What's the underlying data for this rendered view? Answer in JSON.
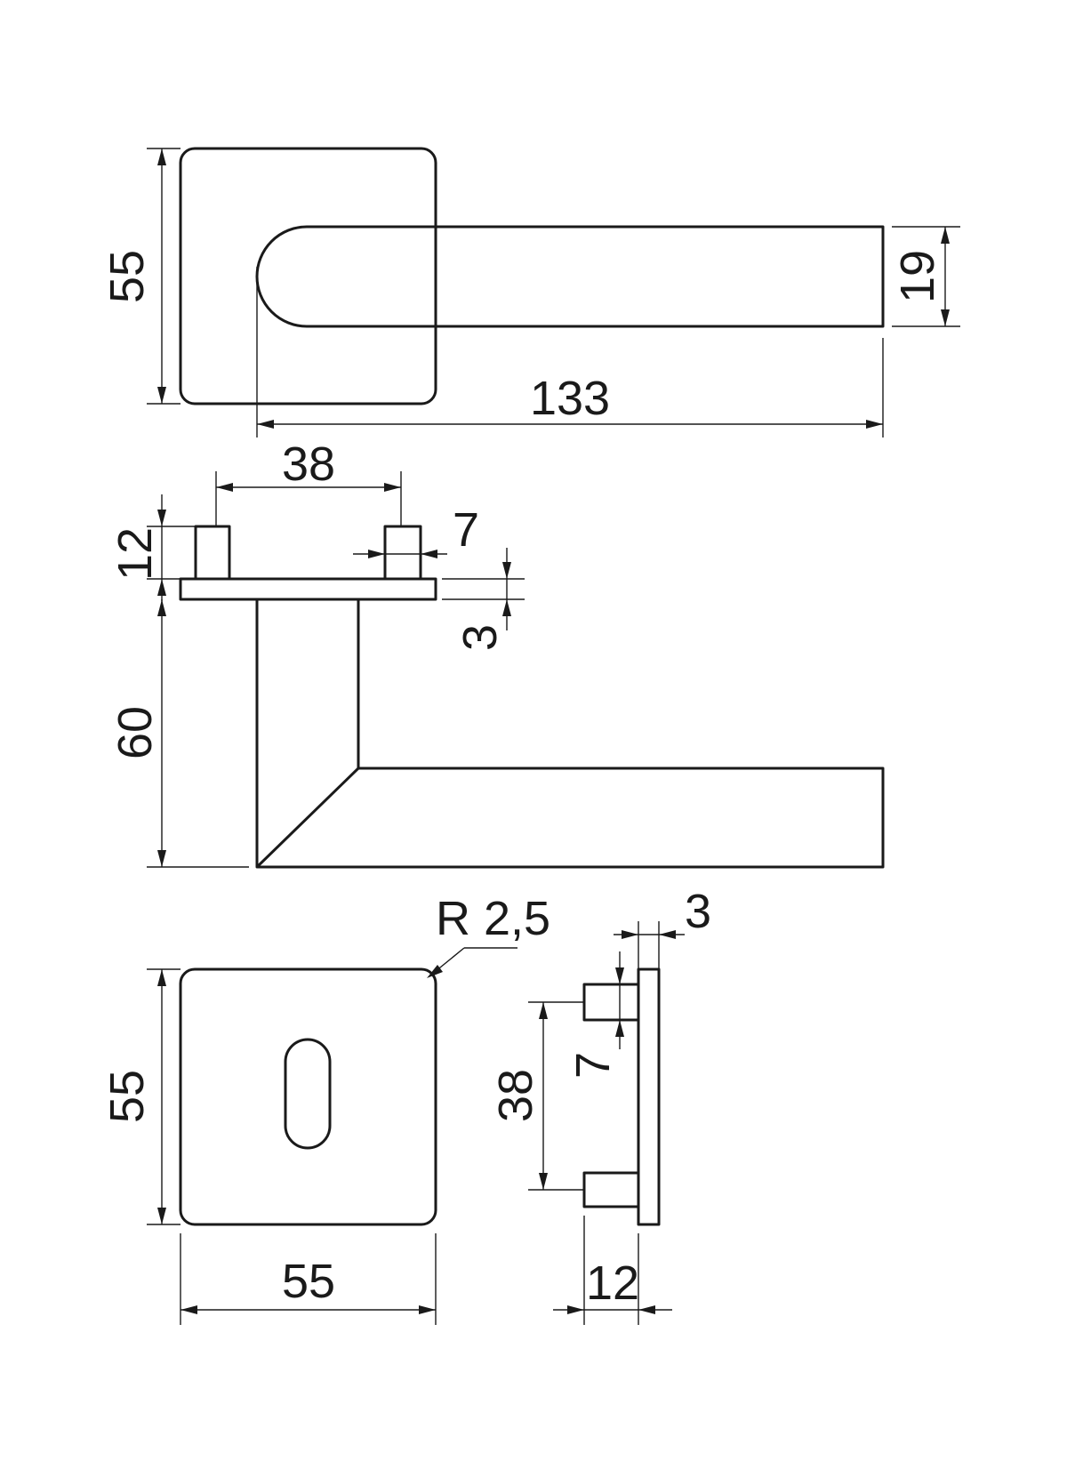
{
  "top_view": {
    "height_label": "55",
    "lever_thickness_label": "19",
    "lever_length_label": "133"
  },
  "side_view": {
    "pin_spacing_label": "38",
    "pin_height_label": "12",
    "pin_width_label": "7",
    "plate_thickness_label": "3",
    "lever_drop_label": "60"
  },
  "escutcheon_front": {
    "radius_label": "R 2,5",
    "height_label": "55",
    "width_label": "55"
  },
  "escutcheon_side": {
    "plate_thickness_label": "3",
    "pin_width_label": "7",
    "pin_spacing_label": "38",
    "depth_label": "12"
  }
}
